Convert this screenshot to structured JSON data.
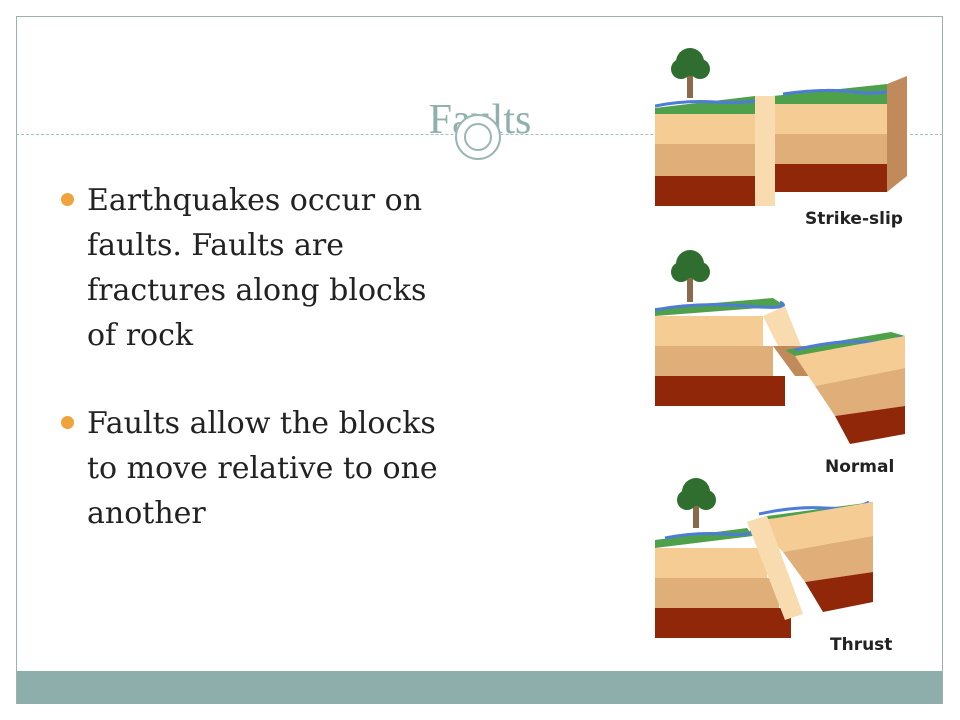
{
  "slide": {
    "title": "Faults",
    "bullets": [
      "Earthquakes occur on faults. Faults are fractures along blocks of rock",
      "Faults allow the blocks to move relative to one another"
    ]
  },
  "figure": {
    "labels": {
      "strike_slip": "Strike-slip",
      "normal": "Normal",
      "thrust": "Thrust"
    }
  },
  "colors": {
    "accent": "#8fb0ad",
    "bullet": "#f0a23c",
    "footer": "#8daeab"
  }
}
